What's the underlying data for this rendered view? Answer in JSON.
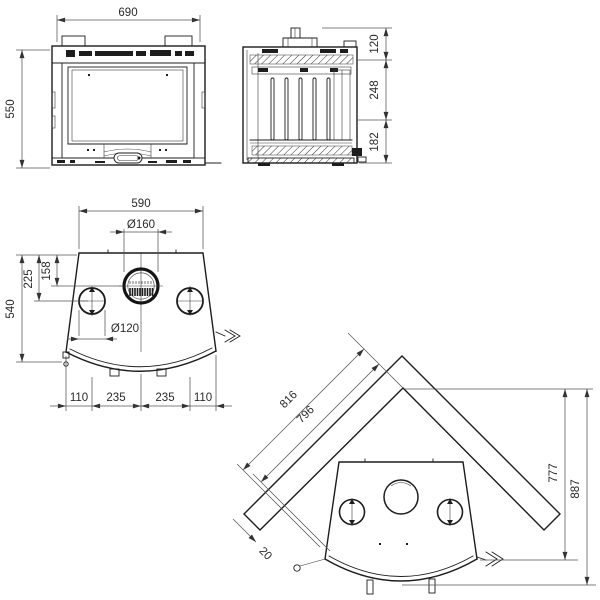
{
  "front_view": {
    "width_mm": "690",
    "height_mm": "550"
  },
  "side_view": {
    "top_section_mm": "120",
    "middle_section_mm": "248",
    "base_section_mm": "182"
  },
  "top_view": {
    "width_mm": "590",
    "flue_diameter": "Ø160",
    "flue_center_from_back": "158",
    "duct_center_from_back": "225",
    "depth_mm": "540",
    "duct_diameter": "Ø120",
    "front_spacing": [
      "110",
      "235",
      "235",
      "110"
    ]
  },
  "corner_view": {
    "wall_length_outer_mm": "816",
    "wall_length_inner_mm": "796",
    "clearance_mm": "20",
    "corner_to_front_mm": "777",
    "corner_to_tip_mm": "887"
  }
}
